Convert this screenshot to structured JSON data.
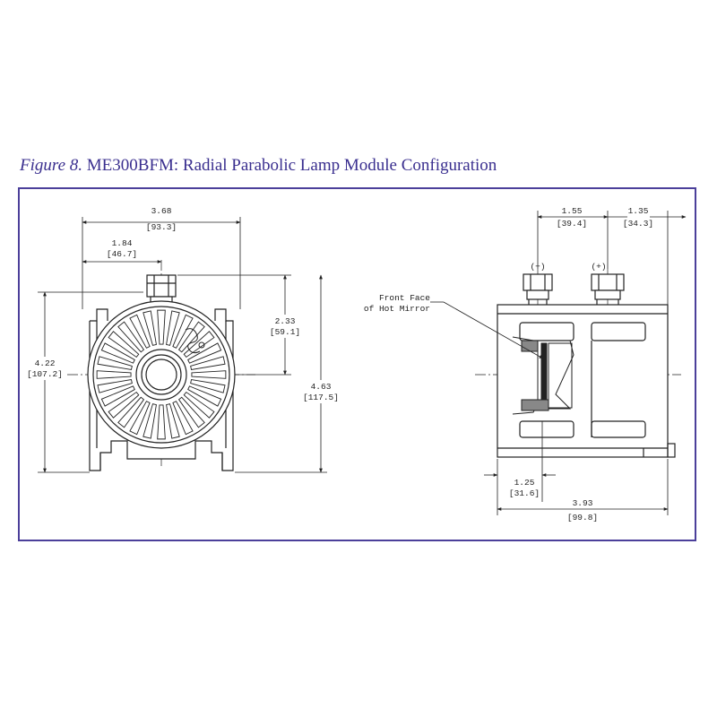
{
  "caption": {
    "figure_label": "Figure 8.",
    "title": "ME300BFM: Radial Parabolic Lamp Module Configuration"
  },
  "front_view": {
    "width_overall": {
      "inch": "3.68",
      "mm": "[93.3]"
    },
    "width_center": {
      "inch": "1.84",
      "mm": "[46.7]"
    },
    "height_left": {
      "inch": "4.22",
      "mm": "[107.2]"
    },
    "height_center": {
      "inch": "2.33",
      "mm": "[59.1]"
    },
    "height_overall": {
      "inch": "4.63",
      "mm": "[117.5]"
    }
  },
  "side_view": {
    "terminal_spacing": {
      "inch": "1.55",
      "mm": "[39.4]"
    },
    "terminal_offset": {
      "inch": "1.35",
      "mm": "[34.3]"
    },
    "terminal_neg": "(−)",
    "terminal_pos": "(+)",
    "callout_line1": "Front Face",
    "callout_line2": "of Hot Mirror",
    "front_offset": {
      "inch": "1.25",
      "mm": "[31.6]"
    },
    "length_overall": {
      "inch": "3.93",
      "mm": "[99.8]"
    }
  },
  "colors": {
    "caption": "#3a2f8f",
    "frame": "#4b3f9a",
    "drawing": "#222222"
  }
}
